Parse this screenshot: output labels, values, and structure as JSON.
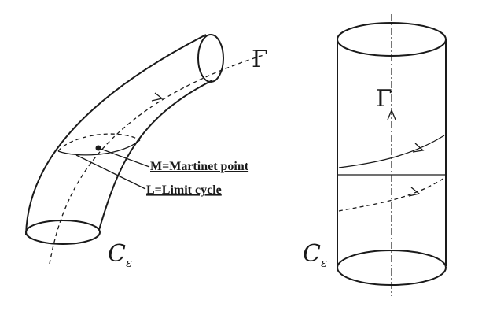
{
  "left_figure": {
    "gamma_label": "Γ",
    "martinet_label": "M=Martinet point",
    "limit_cycle_label": "L=Limit cycle",
    "c_label": "C",
    "c_subscript": "ε"
  },
  "right_figure": {
    "gamma_label": "Γ",
    "c_label": "C",
    "c_subscript": "ε"
  }
}
